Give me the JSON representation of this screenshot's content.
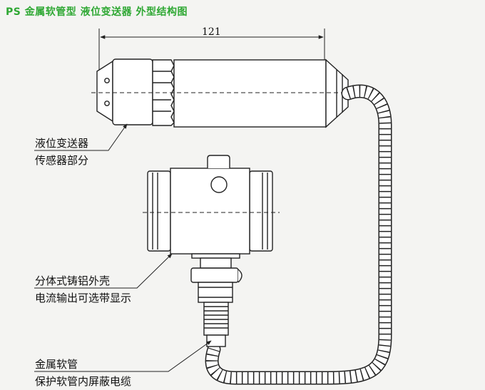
{
  "header": {
    "title": "PS  金属软管型  液位变送器 外型结构图"
  },
  "dimension": {
    "length_label": "121"
  },
  "callouts": {
    "sensor": {
      "line1": "液位变送器",
      "line2": "传感器部分"
    },
    "housing": {
      "line1": "分体式铸铝外壳",
      "line2": "电流输出可选带显示"
    },
    "hose": {
      "line1": "金属软管",
      "line2": "保护软管内屏蔽电缆"
    }
  },
  "colors": {
    "title": "#2fa834",
    "line": "#222222",
    "background": "#f4f4f2"
  }
}
